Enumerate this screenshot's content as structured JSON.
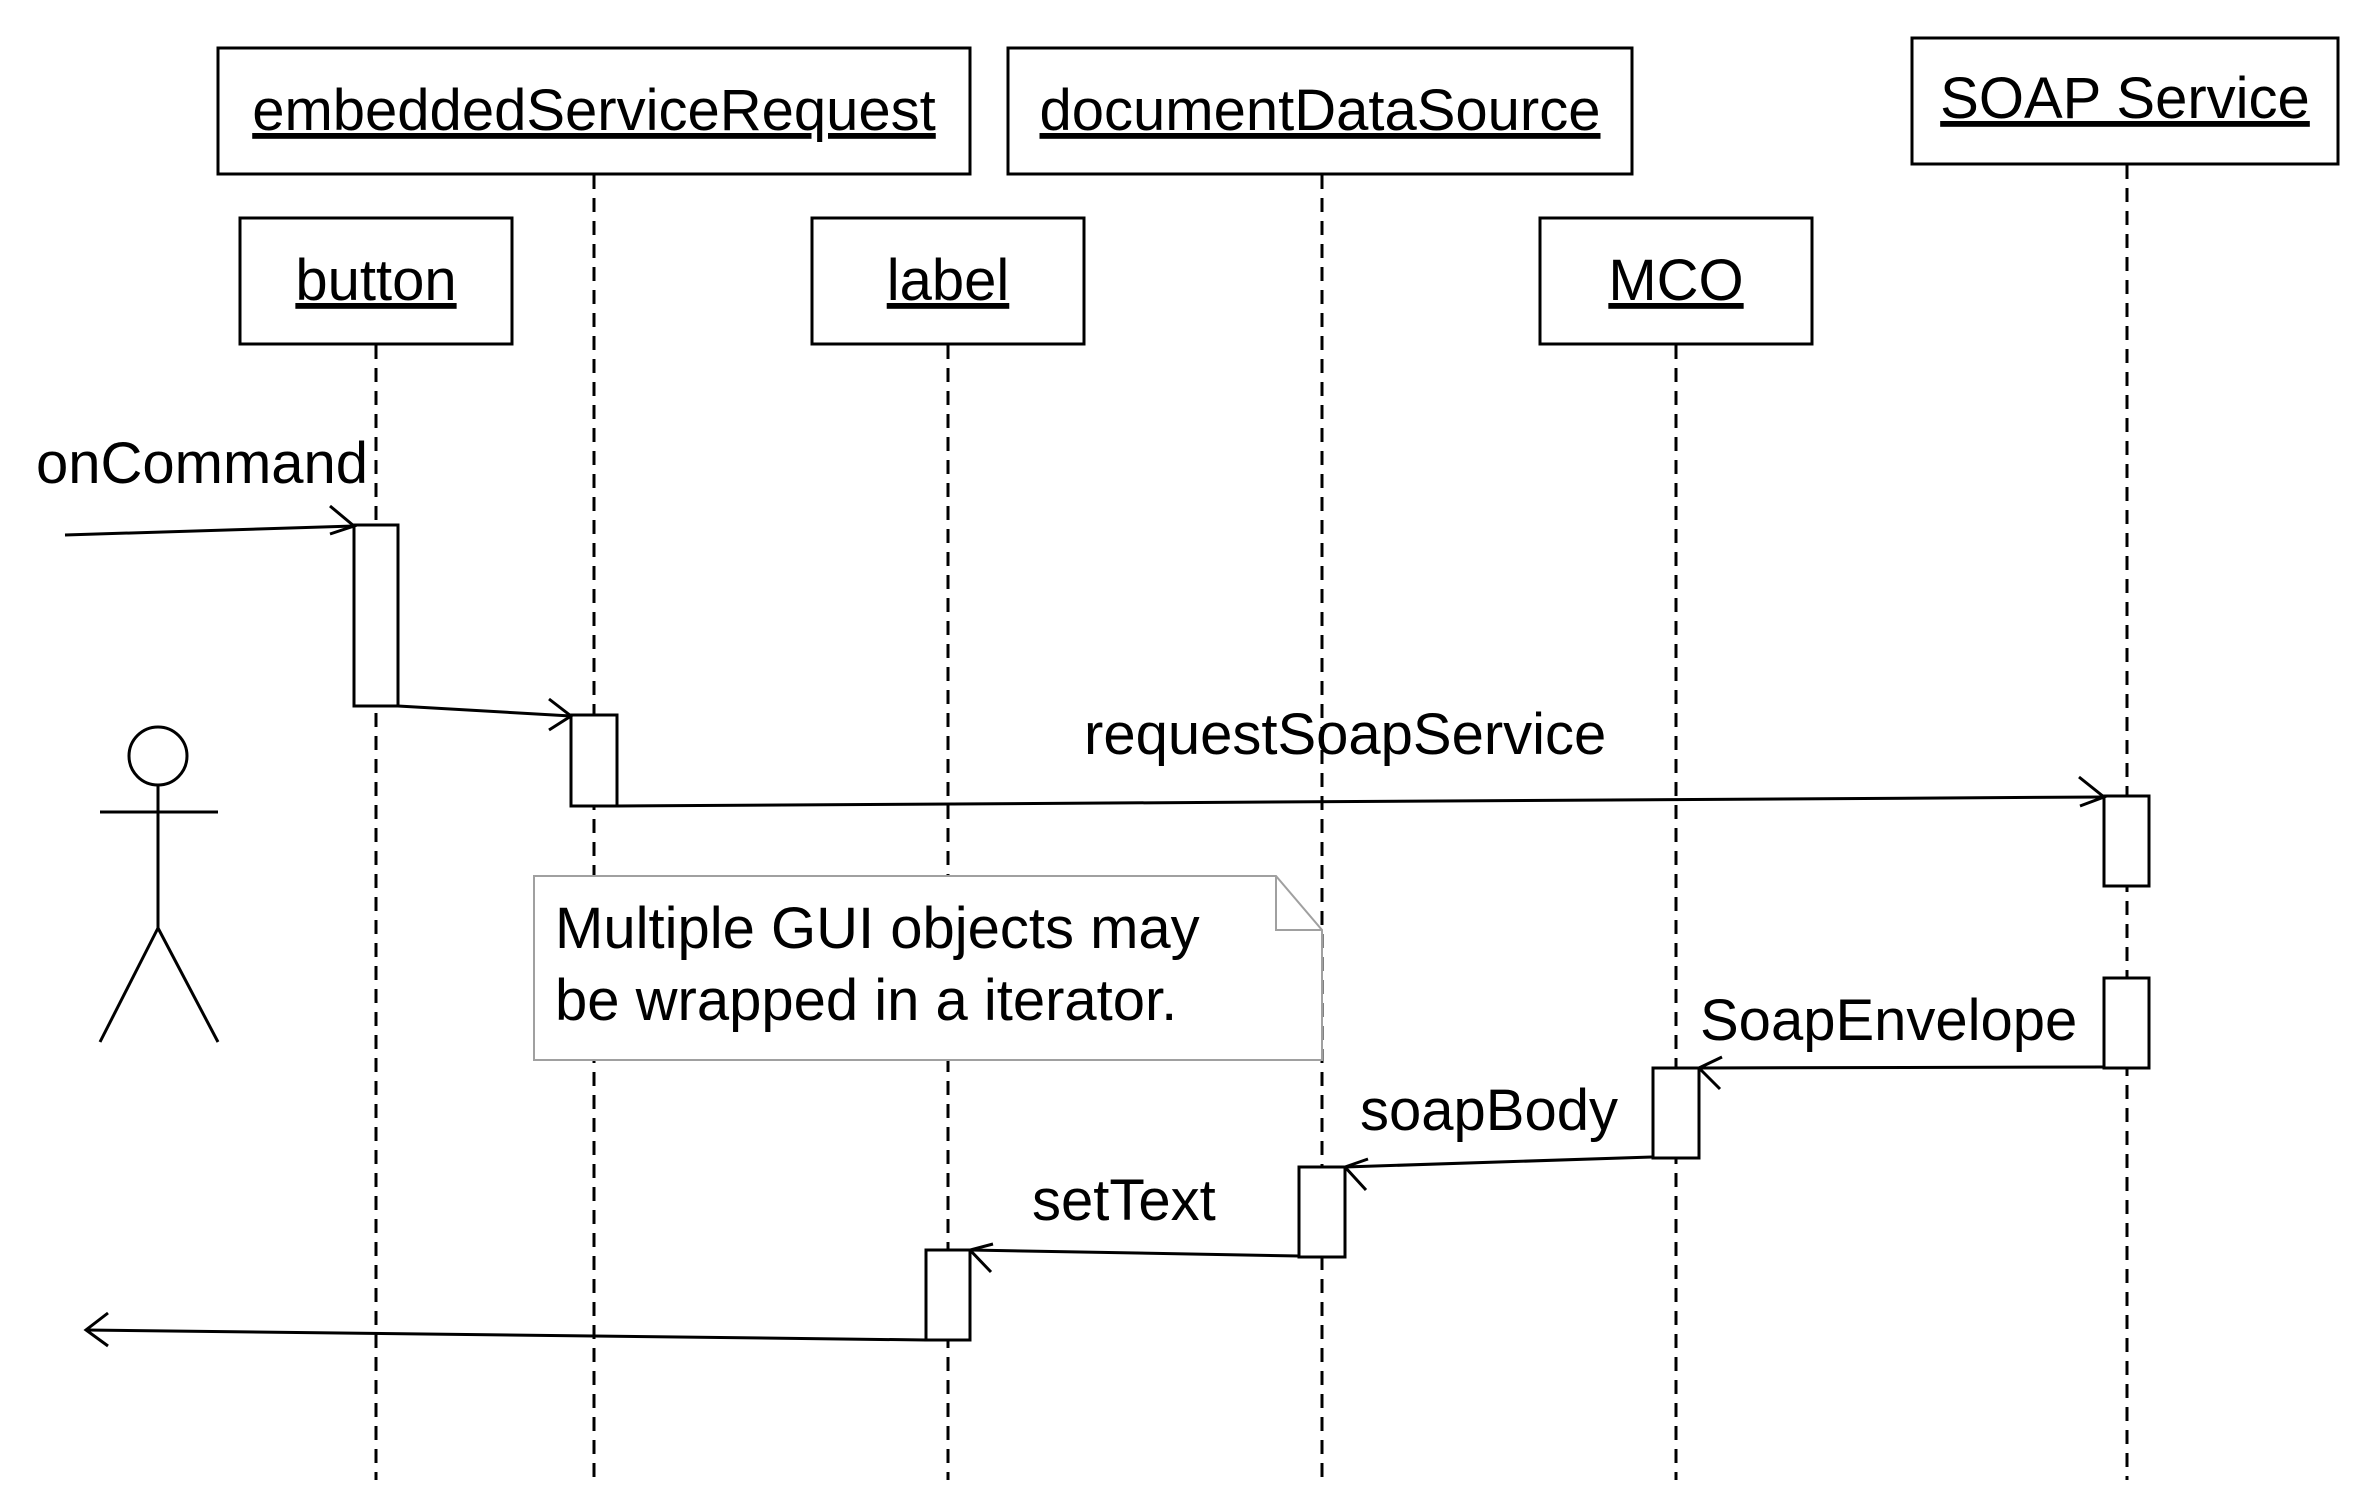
{
  "diagram": {
    "objects": {
      "embeddedServiceRequest": "embeddedServiceRequest",
      "documentDataSource": "documentDataSource",
      "soapService": "SOAP Service",
      "button": "button",
      "label": "label",
      "mco": "MCO"
    },
    "messages": {
      "onCommand": "onCommand",
      "requestSoapService": "requestSoapService",
      "soapEnvelope": "SoapEnvelope",
      "soapBody": "soapBody",
      "setText": "setText"
    },
    "note": {
      "line1": "Multiple GUI objects may",
      "line2": "be wrapped in a iterator."
    }
  }
}
